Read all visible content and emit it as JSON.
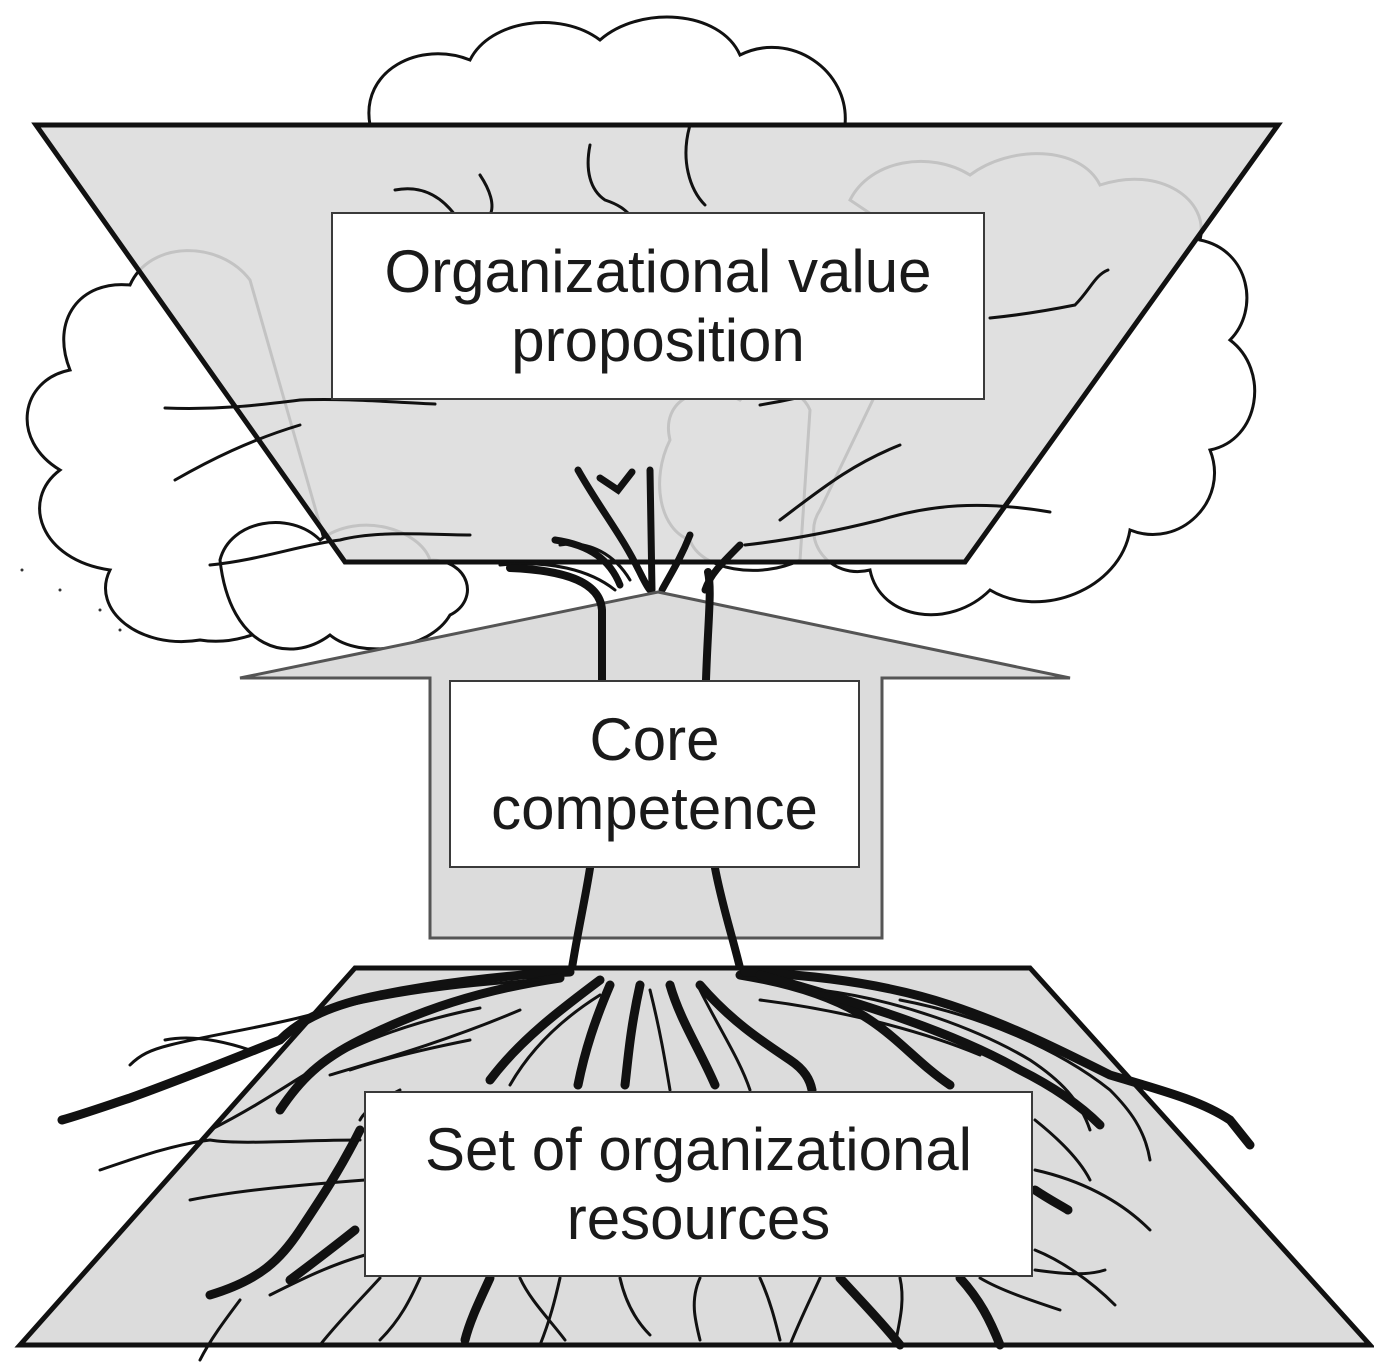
{
  "labels": {
    "value_proposition": {
      "line1": "Organizational value",
      "line2": "proposition"
    },
    "core_competence": {
      "line1": "Core",
      "line2": "competence"
    },
    "resources": {
      "line1": "Set of organizational",
      "line2": "resources"
    }
  },
  "colors": {
    "panel_fill": "#dcdcdc",
    "stroke": "#111111",
    "box_fill": "#ffffff"
  }
}
